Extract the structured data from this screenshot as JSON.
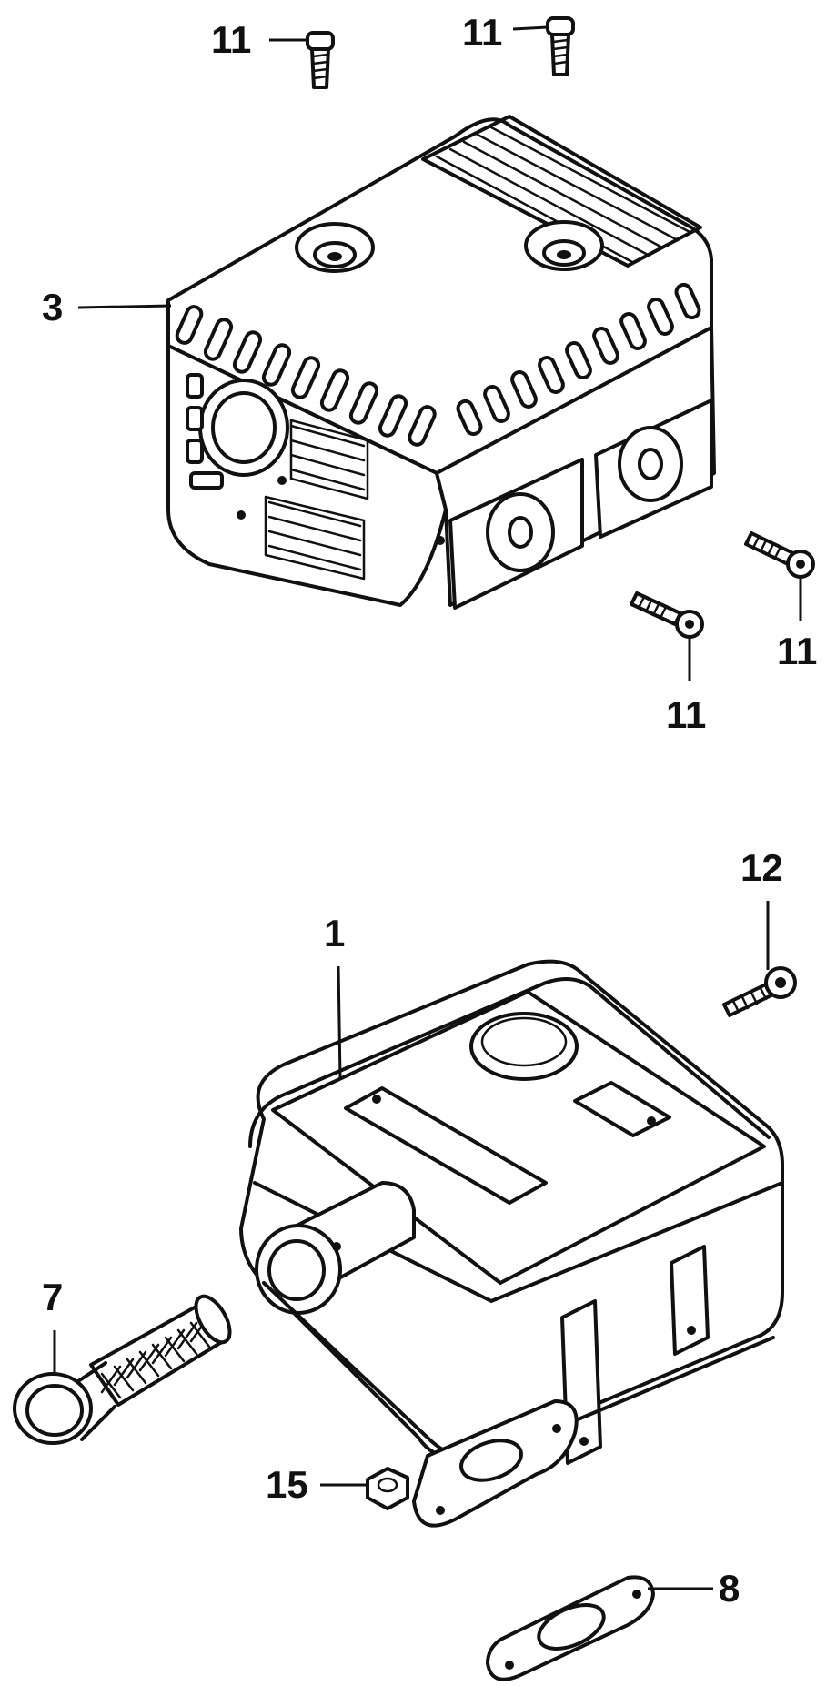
{
  "diagram": {
    "callouts": {
      "screw_top_left": "11",
      "screw_top_right": "11",
      "protector": "3",
      "screw_right_lower": "11",
      "screw_right_upper": "11",
      "bolt": "12",
      "muffler": "1",
      "arrester": "7",
      "nut": "15",
      "gasket": "8"
    }
  }
}
